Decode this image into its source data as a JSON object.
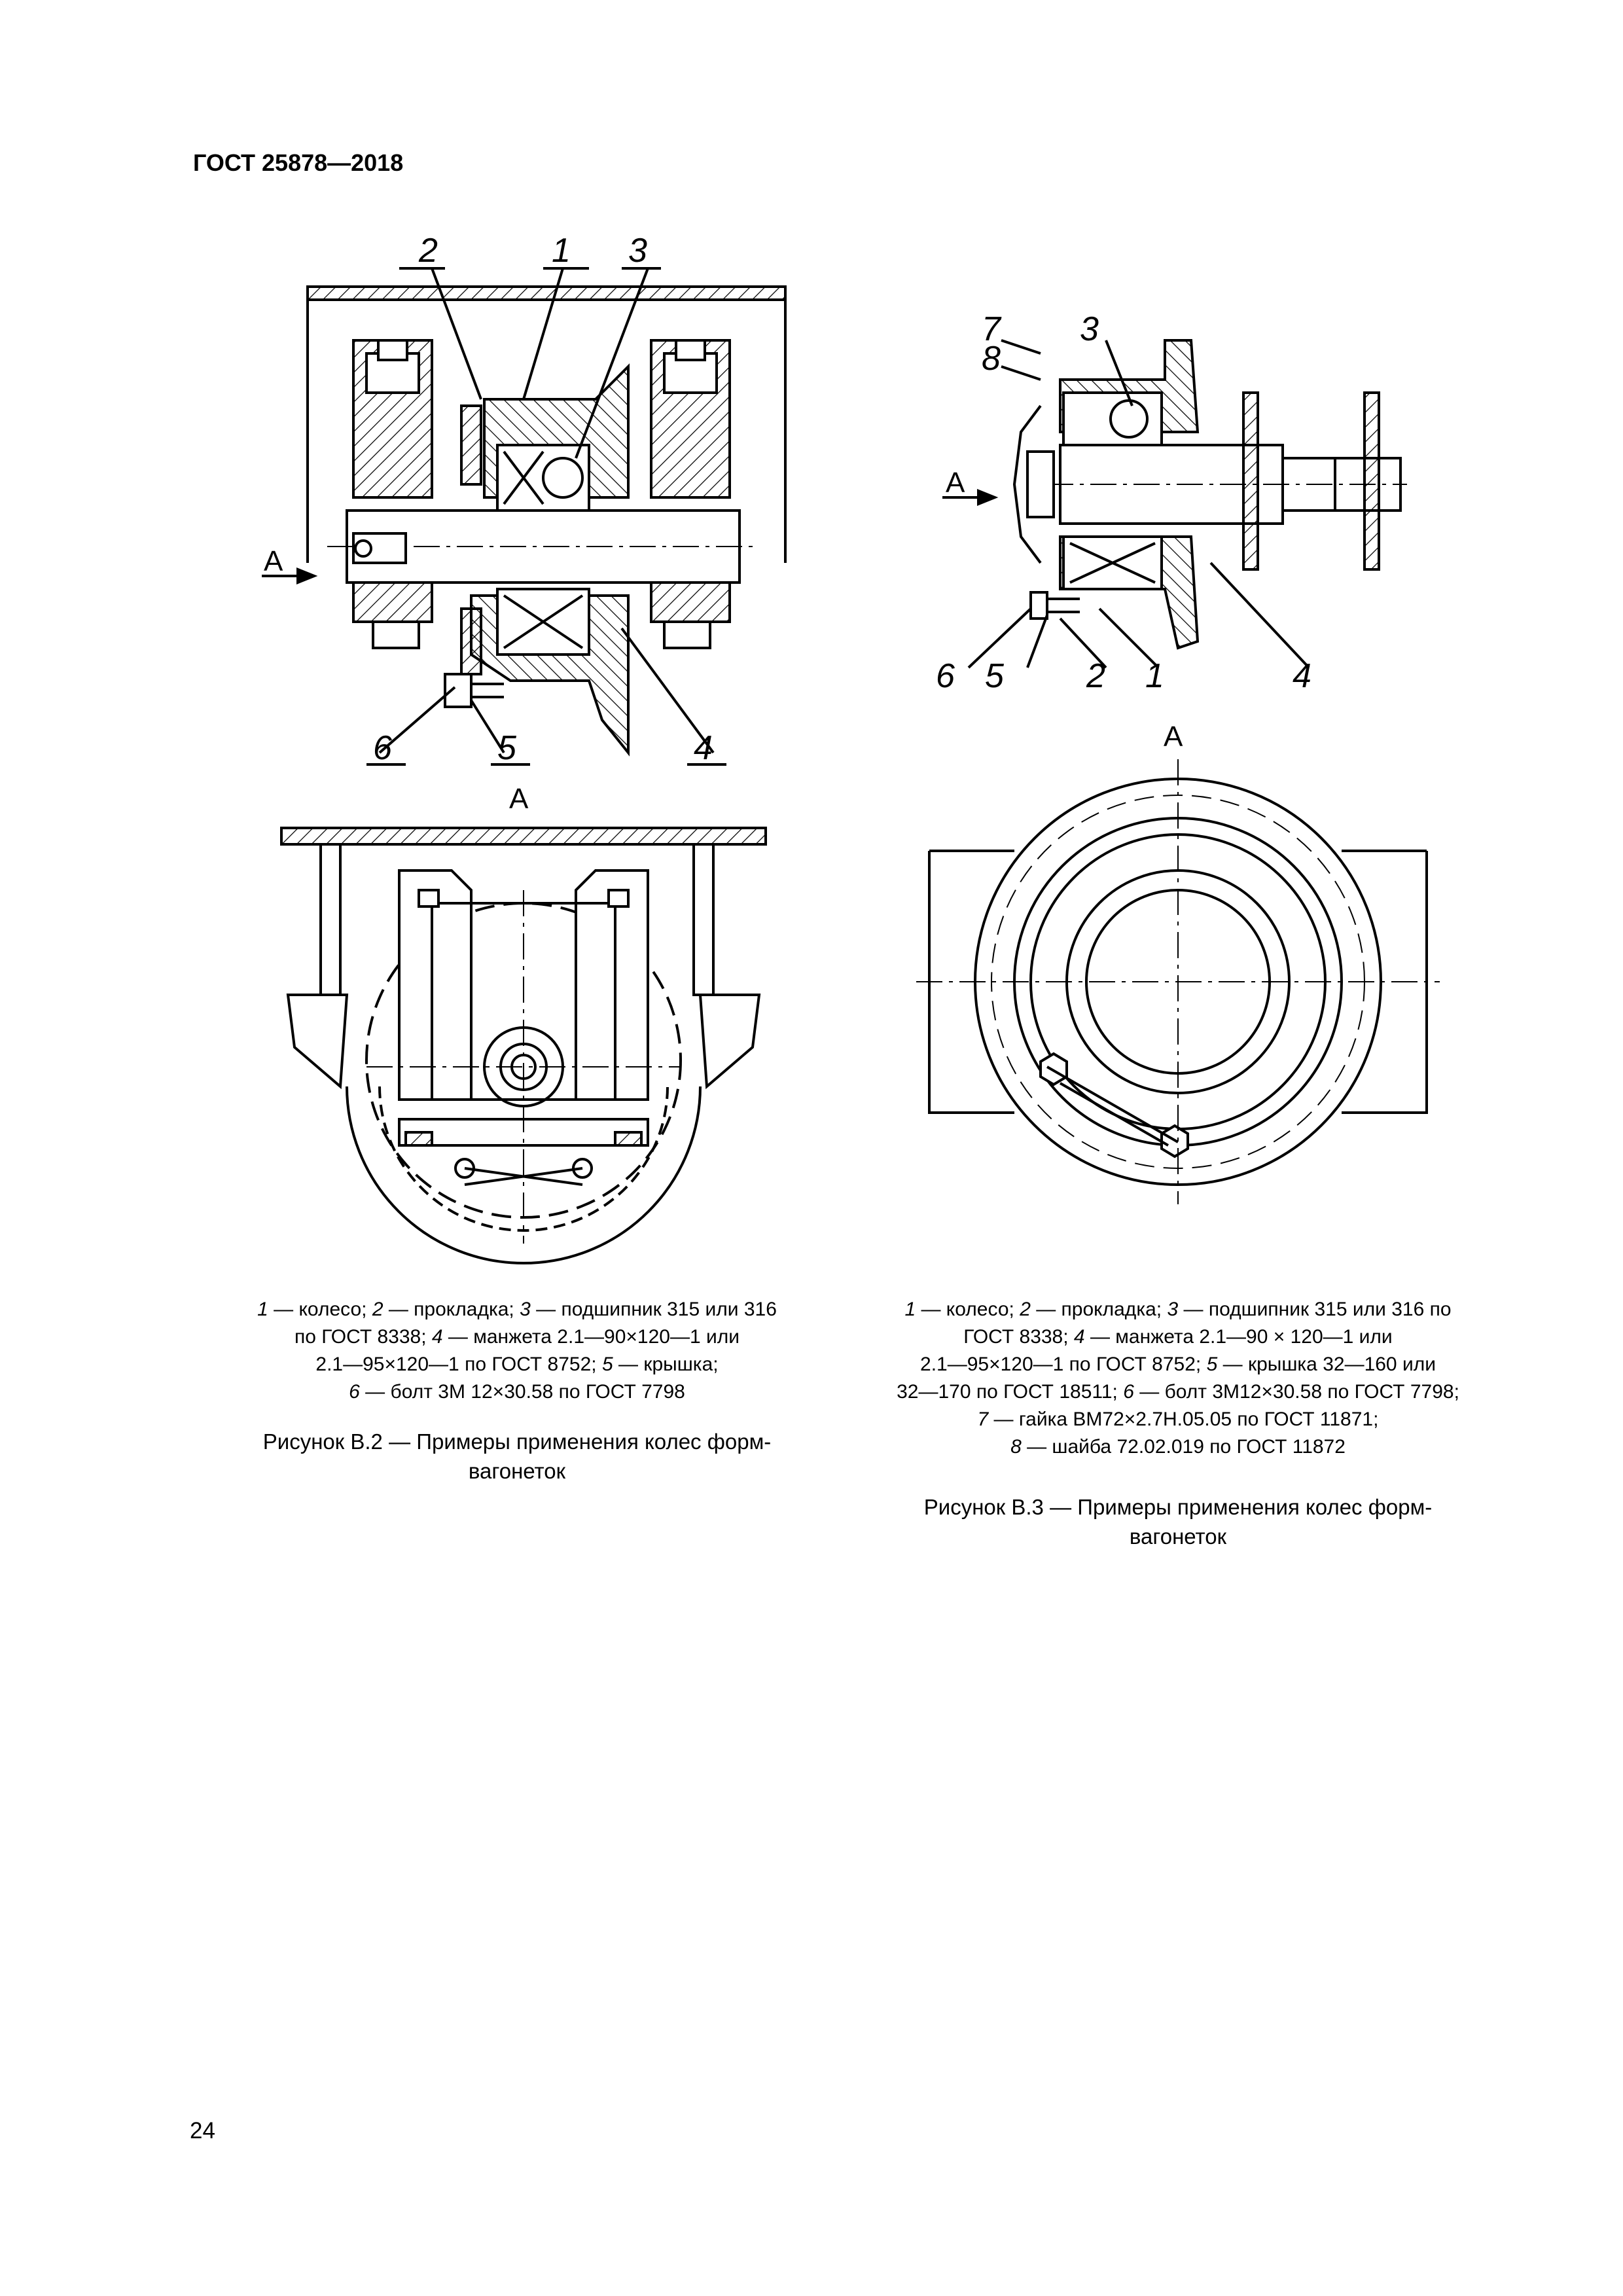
{
  "header": {
    "standard": "ГОСТ 25878—2018"
  },
  "figure_b2": {
    "view_label": "А",
    "section_arrow_label": "А",
    "callouts": [
      "2",
      "1",
      "3",
      "6",
      "5",
      "4"
    ],
    "legend_lines": [
      [
        {
          "n": "1"
        },
        {
          "t": " — колесо; "
        },
        {
          "n": "2"
        },
        {
          "t": " — прокладка; "
        },
        {
          "n": "3"
        },
        {
          "t": " — подшипник 315 или 316"
        }
      ],
      [
        {
          "t": "по ГОСТ 8338; "
        },
        {
          "n": "4"
        },
        {
          "t": " — манжета 2.1—90×120—1 или"
        }
      ],
      [
        {
          "t": "2.1—95×120—1 по ГОСТ 8752; "
        },
        {
          "n": "5"
        },
        {
          "t": " — крышка;"
        }
      ],
      [
        {
          "n": "6"
        },
        {
          "t": " — болт 3М 12×30.58 по ГОСТ 7798"
        }
      ]
    ],
    "caption_lines": [
      "Рисунок В.2 — Примеры применения колес форм-",
      "вагонеток"
    ]
  },
  "figure_b3": {
    "view_label": "А",
    "section_arrow_label": "А",
    "callouts": [
      "7",
      "8",
      "3",
      "6",
      "5",
      "2",
      "1",
      "4"
    ],
    "legend_lines": [
      [
        {
          "n": "1"
        },
        {
          "t": " — колесо; "
        },
        {
          "n": "2"
        },
        {
          "t": " — прокладка; "
        },
        {
          "n": "3"
        },
        {
          "t": " — подшипник 315 или 316 по"
        }
      ],
      [
        {
          "t": "ГОСТ 8338; "
        },
        {
          "n": "4"
        },
        {
          "t": " — манжета 2.1—90 × 120—1 или"
        }
      ],
      [
        {
          "t": "2.1—95×120—1 по ГОСТ 8752; "
        },
        {
          "n": "5"
        },
        {
          "t": " — крышка 32—160 или"
        }
      ],
      [
        {
          "t": "32—170 по ГОСТ 18511; "
        },
        {
          "n": "6"
        },
        {
          "t": " — болт 3М12×30.58 по ГОСТ 7798;"
        }
      ],
      [
        {
          "n": "7"
        },
        {
          "t": " — гайка ВМ72×2.7Н.05.05 по ГОСТ 11871;"
        }
      ],
      [
        {
          "n": "8"
        },
        {
          "t": " — шайба 72.02.019 по ГОСТ 11872"
        }
      ]
    ],
    "caption_lines": [
      "Рисунок В.3 — Примеры применения колес форм-",
      "вагонеток"
    ]
  },
  "footer": {
    "page_number": "24"
  }
}
